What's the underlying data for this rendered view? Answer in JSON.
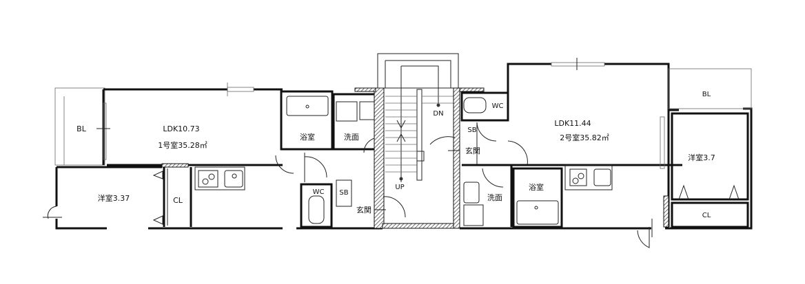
{
  "unit1": {
    "balcony": "BL",
    "ldk": "LDK10.73",
    "room_area": "1号室35.28㎡",
    "western_room": "洋室3.37",
    "closet": "CL",
    "bathroom": "浴室",
    "washroom": "洗面",
    "toilet": "WC",
    "shoe_box": "SB",
    "entrance": "玄関"
  },
  "stairs": {
    "up": "UP",
    "down": "DN"
  },
  "unit2": {
    "toilet": "WC",
    "shoe_box": "SB",
    "entrance": "玄関",
    "washroom": "洗面",
    "bathroom": "浴室",
    "ldk": "LDK11.44",
    "room_area": "2号室35.82㎡",
    "western_room": "洋室3.7",
    "balcony": "BL",
    "closet": "CL"
  }
}
